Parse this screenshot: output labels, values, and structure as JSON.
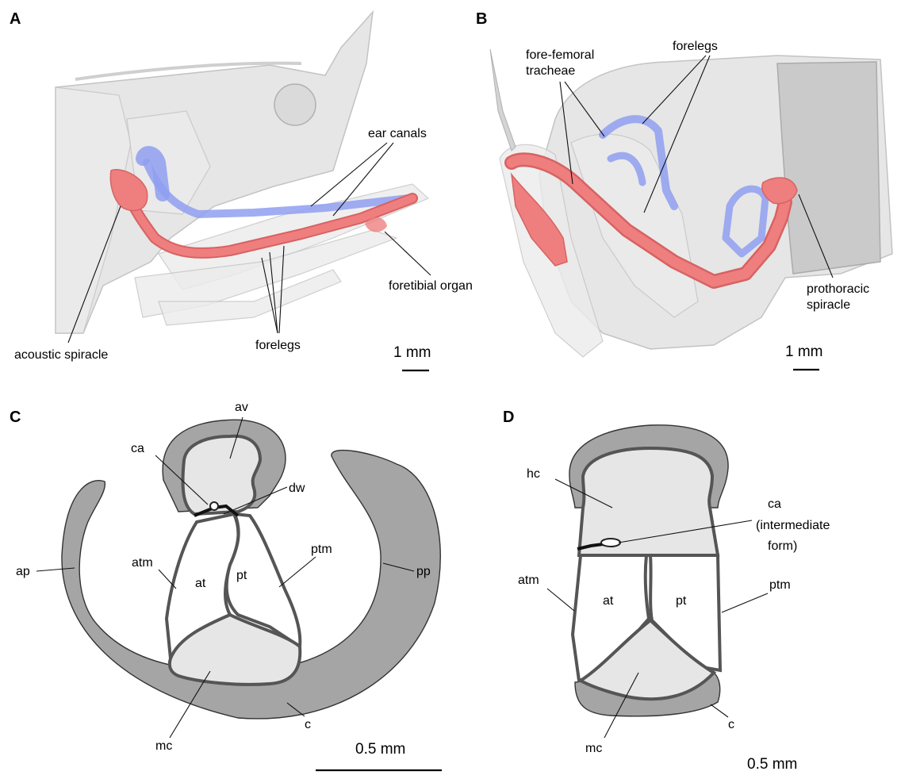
{
  "panels": {
    "A": {
      "letter": "A",
      "labels": {
        "ear_canals": "ear canals",
        "foretibial_organ": "foretibial organ",
        "forelegs": "forelegs",
        "acoustic_spiracle": "acoustic spiracle"
      },
      "scale": "1 mm"
    },
    "B": {
      "letter": "B",
      "labels": {
        "fore_femoral_1": "fore-femoral",
        "fore_femoral_2": "tracheae",
        "forelegs": "forelegs",
        "prothoracic_1": "prothoracic",
        "prothoracic_2": "spiracle"
      },
      "scale": "1 mm"
    },
    "C": {
      "letter": "C",
      "labels": {
        "av": "av",
        "ca": "ca",
        "dw": "dw",
        "atm": "atm",
        "at": "at",
        "pt": "pt",
        "ptm": "ptm",
        "ap": "ap",
        "pp": "pp",
        "mc": "mc",
        "c": "c"
      },
      "scale": "0.5 mm"
    },
    "D": {
      "letter": "D",
      "labels": {
        "hc": "hc",
        "ca": "ca",
        "ca_sub1": "(intermediate",
        "ca_sub2": "form)",
        "atm": "atm",
        "at": "at",
        "pt": "pt",
        "ptm": "ptm",
        "mc": "mc",
        "c": "c"
      },
      "scale": "0.5 mm"
    }
  },
  "colors": {
    "trachea_red": "#ef7f7f",
    "trachea_blue": "#8f9ff0",
    "cuticle_grey": "#a5a5a5",
    "cavity_light": "#e6e6e6"
  }
}
